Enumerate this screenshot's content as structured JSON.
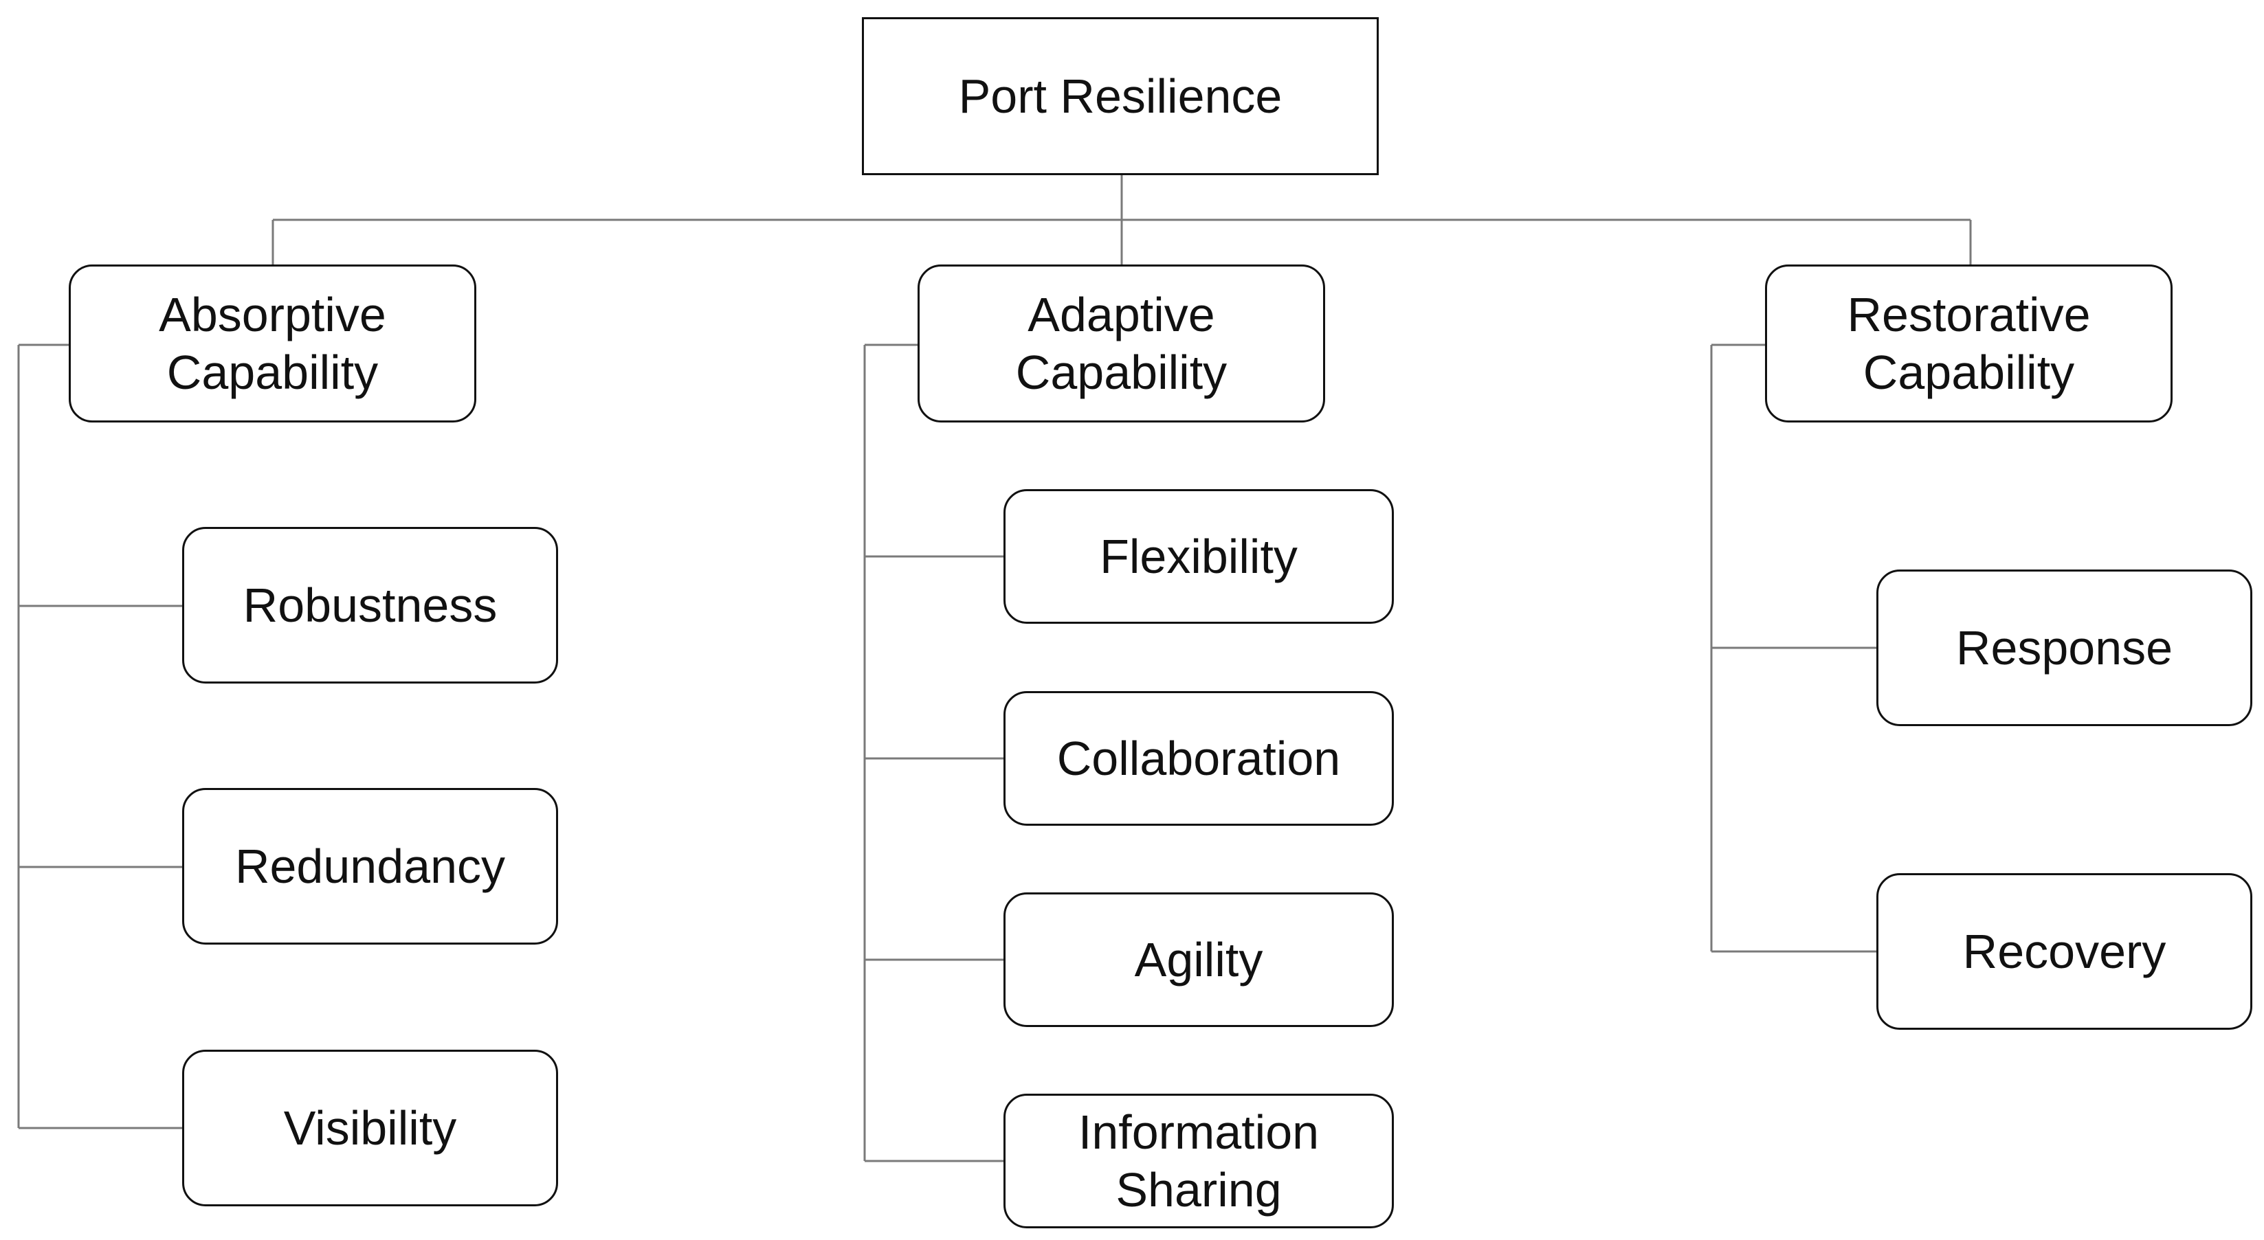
{
  "diagram": {
    "root": {
      "label": "Port Resilience"
    },
    "capabilities": [
      {
        "label": "Absorptive\nCapability",
        "children": [
          "Robustness",
          "Redundancy",
          "Visibility"
        ]
      },
      {
        "label": "Adaptive\nCapability",
        "children": [
          "Flexibility",
          "Collaboration",
          "Agility",
          "Information\nSharing"
        ]
      },
      {
        "label": "Restorative\nCapability",
        "children": [
          "Response",
          "Recovery"
        ]
      }
    ],
    "colors": {
      "box_border": "#111111",
      "connector": "#7a7a7a",
      "background": "#ffffff",
      "text": "#111111"
    }
  }
}
